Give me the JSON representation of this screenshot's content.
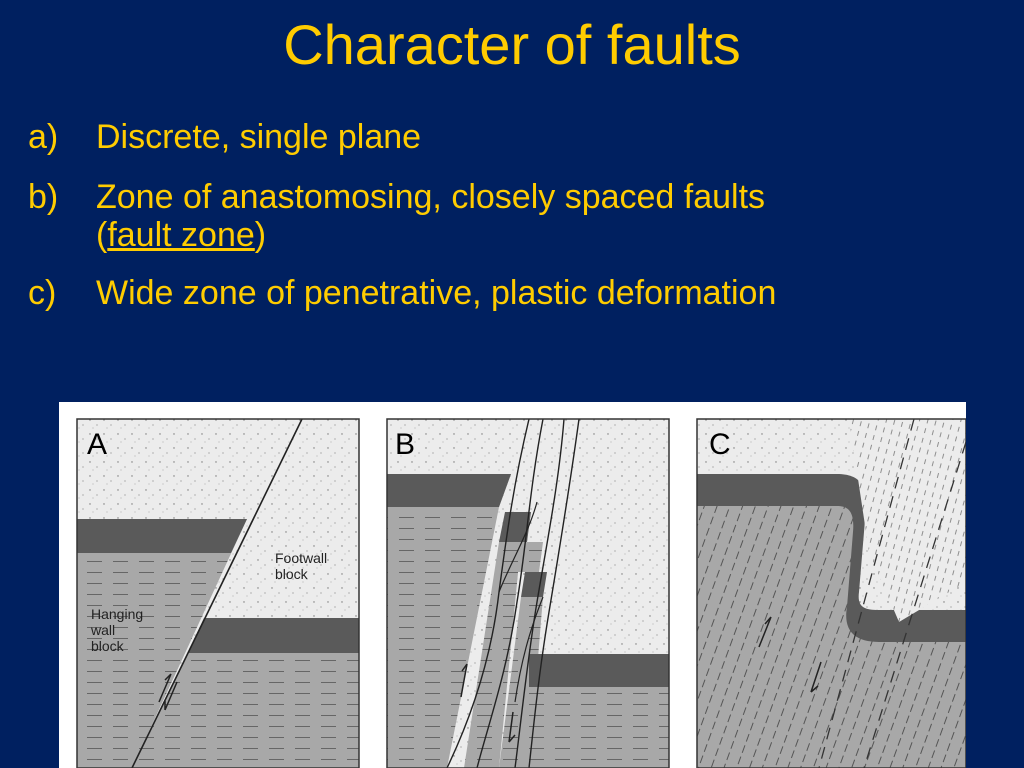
{
  "slide": {
    "title": "Character of faults",
    "items": [
      {
        "marker": "a)",
        "text": "Discrete, single plane"
      },
      {
        "marker": "b)",
        "line1": "Zone of anastomosing, closely spaced faults",
        "paren_open": "(",
        "term": "fault zone",
        "paren_close": ")"
      },
      {
        "marker": "c)",
        "text": "Wide zone of penetrative, plastic deformation"
      }
    ]
  },
  "figure": {
    "panels": [
      {
        "label": "A",
        "footwall_line1": "Footwall",
        "footwall_line2": "block",
        "hanging_line1": "Hanging",
        "hanging_line2": "wall",
        "hanging_line3": "block"
      },
      {
        "label": "B"
      },
      {
        "label": "C"
      }
    ]
  },
  "colors": {
    "background": "#002060",
    "text": "#ffcc00",
    "dark_layer": "#5a5a5a",
    "mid_layer": "#a8a8a8",
    "light_layer": "#ececec"
  }
}
